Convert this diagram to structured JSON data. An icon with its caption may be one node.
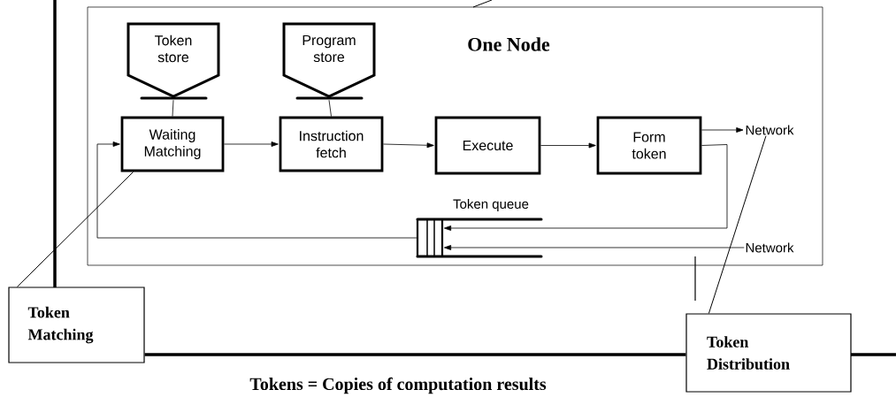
{
  "diagram": {
    "caption": "Tokens = Copies of computation results",
    "nodes": [
      {
        "text": [
          "One Node"
        ]
      },
      {
        "text": [
          "Token store"
        ],
        "in": 0
      },
      {
        "text": [
          "Program store"
        ],
        "in": 0
      },
      {
        "text": [
          "Waiting Matching"
        ],
        "in": 0
      },
      {
        "text": [
          "Instruction fetch"
        ],
        "in": 0
      },
      {
        "text": [
          "Execute"
        ],
        "in": 0
      },
      {
        "text": [
          "Form token"
        ],
        "in": 0
      },
      {
        "text": [
          "Network"
        ],
        "in": 0
      },
      {
        "text": [
          "Token queue"
        ],
        "in": 0
      },
      {
        "text": [
          "Network"
        ],
        "in": 0
      },
      {
        "text": [
          "Token Matching"
        ]
      },
      {
        "text": [
          "Token Distribution"
        ]
      }
    ],
    "edges": [
      {
        "from": 1,
        "to": 3,
        "arrow": "none"
      },
      {
        "from": 2,
        "to": 4,
        "arrow": "none"
      },
      {
        "from": 3,
        "to": 4,
        "arrow": "to"
      },
      {
        "from": 4,
        "to": 5,
        "arrow": "to"
      },
      {
        "from": 5,
        "to": 6,
        "arrow": "to"
      },
      {
        "from": 6,
        "to": 7,
        "arrow": "to"
      },
      {
        "from": 6,
        "to": 8,
        "arrow": "to"
      },
      {
        "from": 9,
        "to": 8,
        "arrow": "to"
      },
      {
        "from": 8,
        "to": 3,
        "arrow": "to"
      },
      {
        "from": 10,
        "to": 3,
        "arrow": "none"
      },
      {
        "from": 11,
        "to": 7,
        "arrow": "none"
      },
      {
        "from": 10,
        "to": 11,
        "arrow": "none",
        "style": "thick"
      }
    ]
  }
}
